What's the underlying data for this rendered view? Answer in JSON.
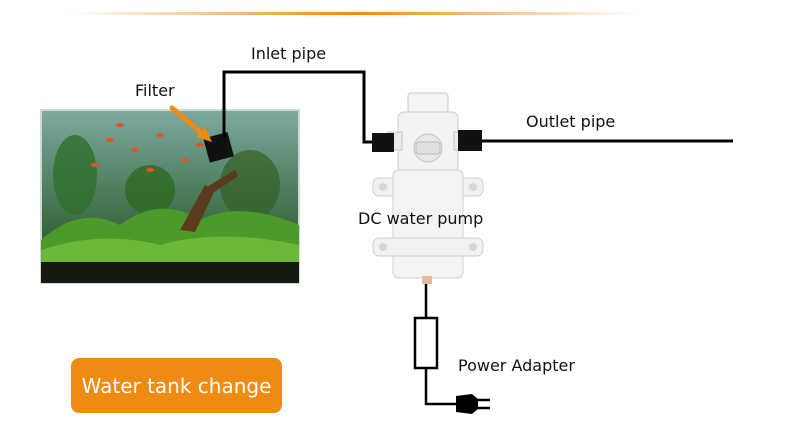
{
  "labels": {
    "inlet_pipe": "Inlet pipe",
    "filter": "Filter",
    "outlet_pipe": "Outlet pipe",
    "pump": "DC water pump",
    "power_adapter": "Power Adapter"
  },
  "badge": {
    "text": "Water tank change"
  },
  "colors": {
    "accent_orange": "#ef8a12",
    "pipe": "#000000",
    "aquarium_plants": "#3f8f22",
    "pump_body": "#f2f2f2"
  }
}
